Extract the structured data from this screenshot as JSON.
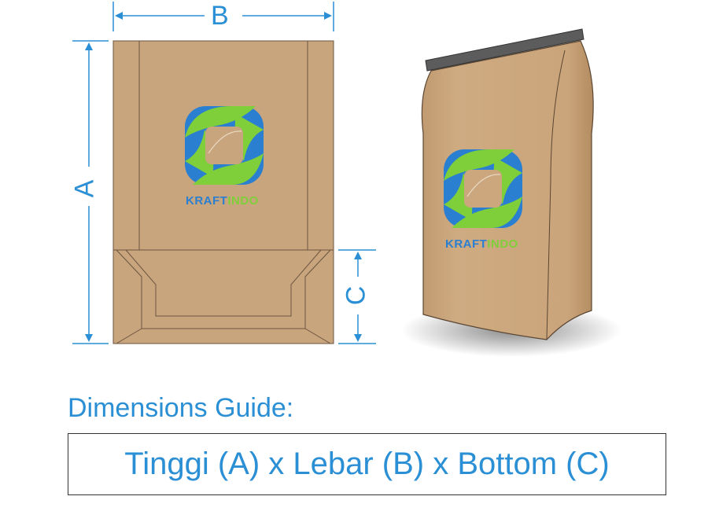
{
  "dimensions": {
    "width_label": "B",
    "height_label": "A",
    "bottom_label": "C"
  },
  "brand": {
    "part1": "KRAFT",
    "part2": "INDO"
  },
  "guide": {
    "title": "Dimensions Guide:",
    "formula": "Tinggi (A) x Lebar (B) x Bottom (C)"
  },
  "colors": {
    "accent": "#2a8fd4",
    "kraft": "#c9a57e",
    "logo_blue": "#2a7fd0",
    "logo_green": "#7fcf3a"
  }
}
